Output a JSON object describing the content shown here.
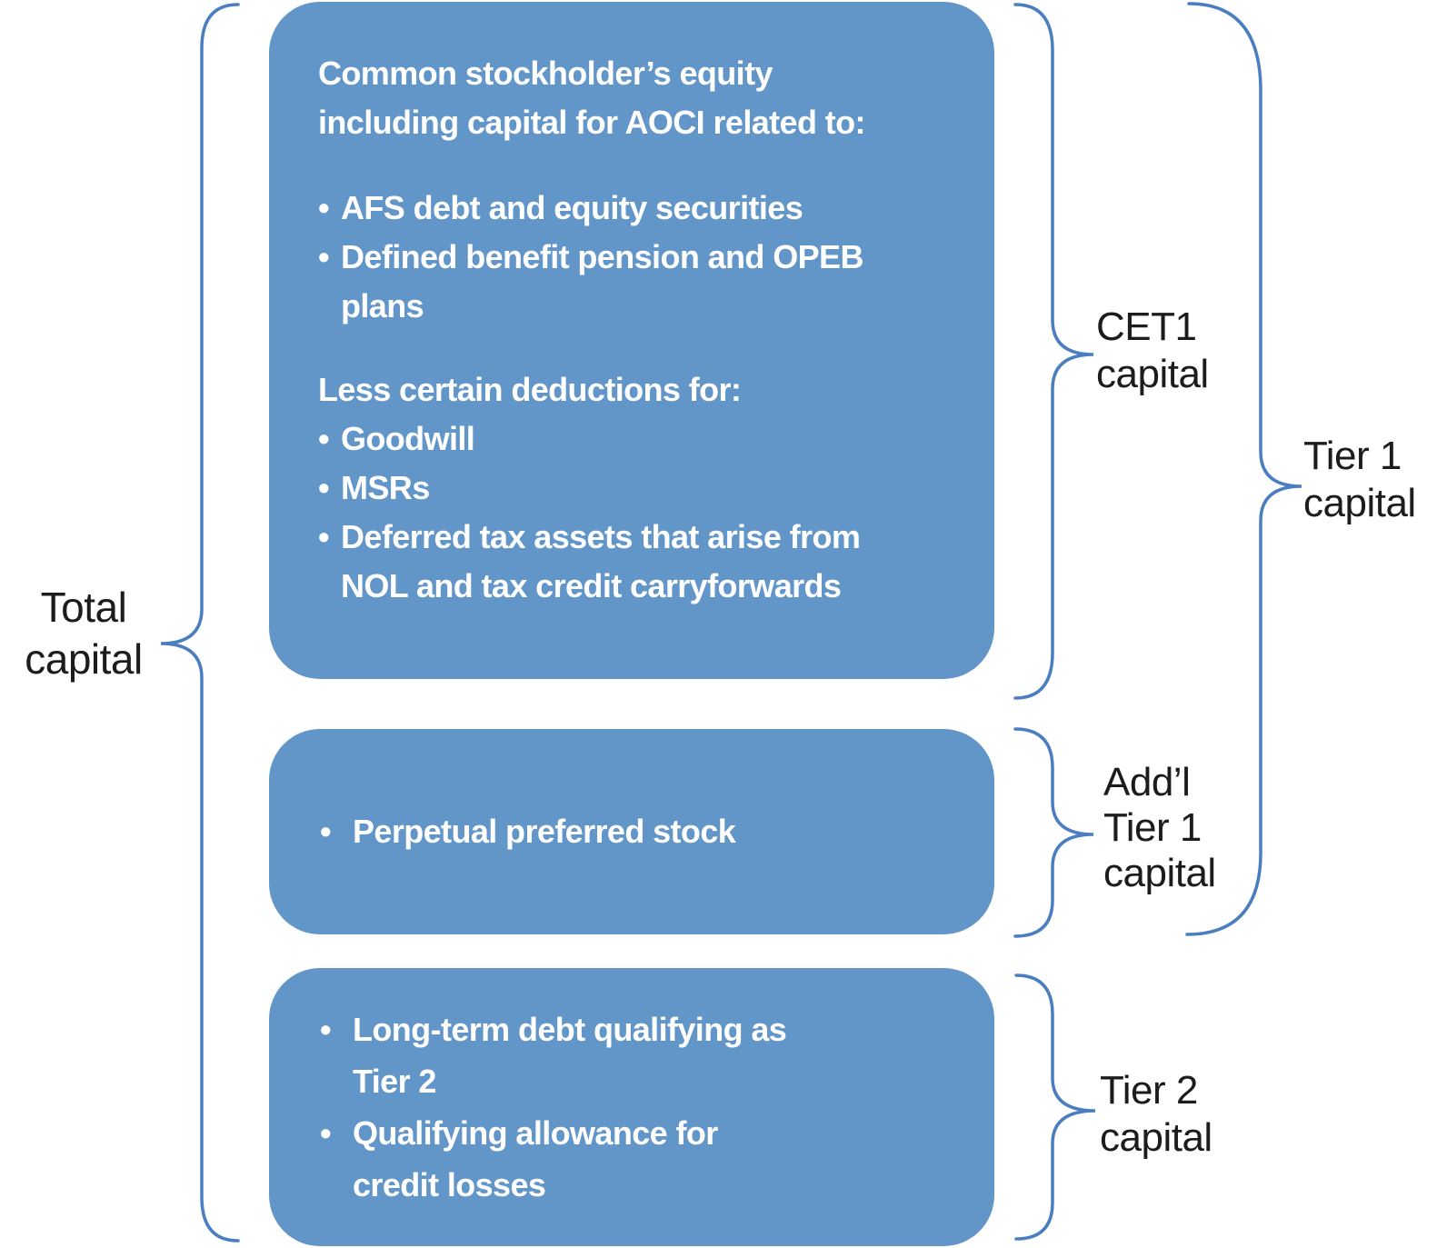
{
  "labels": {
    "total": "Total\ncapital",
    "cet1": "CET1\ncapital",
    "addl_tier1": "Add’l\nTier 1\ncapital",
    "tier1": "Tier 1\ncapital",
    "tier2": "Tier 2\ncapital"
  },
  "boxes": {
    "cet1_components": {
      "heading": "Common stockholder’s equity\nincluding capital for AOCI related to:",
      "aoci_bullets": [
        "AFS debt and equity securities",
        "Defined benefit pension and OPEB\nplans"
      ],
      "deductions_heading": "Less certain deductions for:",
      "deduction_bullets": [
        "Goodwill",
        "MSRs",
        "Deferred tax assets that arise from\nNOL and tax credit carryforwards"
      ]
    },
    "additional_tier1": {
      "bullets": [
        "Perpetual preferred stock"
      ]
    },
    "tier2": {
      "bullets": [
        "Long-term debt qualifying as\nTier 2",
        "Qualifying allowance for\ncredit losses"
      ]
    }
  },
  "colors": {
    "box_fill": "#6396c8",
    "box_text": "#ffffff",
    "brace_stroke": "#4a7ec1",
    "label_text": "#1c1c1c"
  }
}
